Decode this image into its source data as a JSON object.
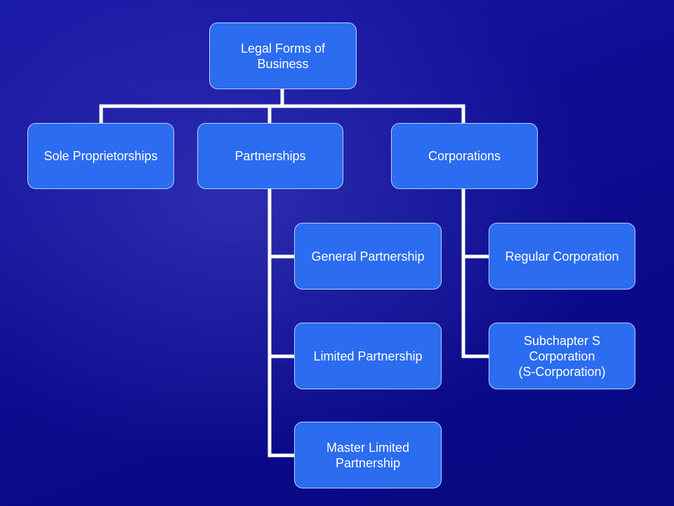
{
  "diagram": {
    "root": {
      "label": "Legal Forms of\nBusiness"
    },
    "sole": {
      "label": "Sole Proprietorships"
    },
    "partnerships": {
      "label": "Partnerships",
      "children": [
        {
          "label": "General Partnership"
        },
        {
          "label": "Limited Partnership"
        },
        {
          "label": "Master Limited\nPartnership"
        }
      ]
    },
    "corporations": {
      "label": "Corporations",
      "children": [
        {
          "label": "Regular Corporation"
        },
        {
          "label": "Subchapter S\nCorporation\n(S-Corporation)"
        }
      ]
    }
  },
  "colors": {
    "background": "#0b0b8c",
    "node_fill": "#2b6cf0",
    "node_border": "#b9d0ff",
    "connector": "#ffffff",
    "text": "#ffffff"
  }
}
